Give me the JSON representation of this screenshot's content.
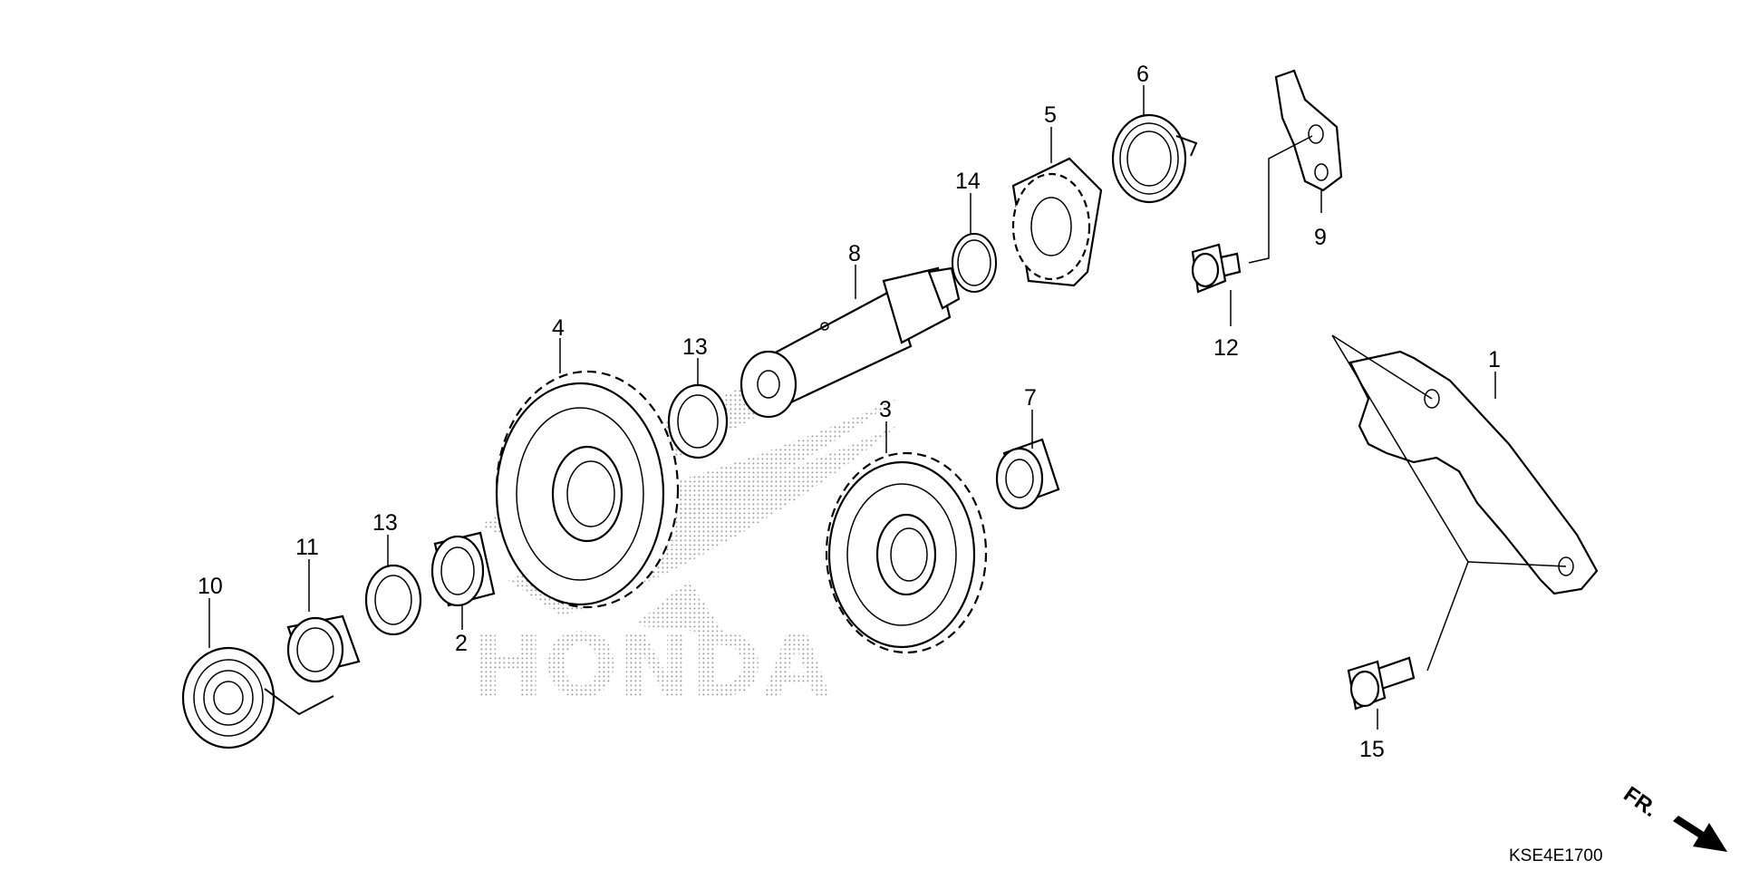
{
  "watermark": {
    "brand_text": "HONDA"
  },
  "callouts": [
    {
      "id": "1",
      "label": "1"
    },
    {
      "id": "2",
      "label": "2"
    },
    {
      "id": "3",
      "label": "3"
    },
    {
      "id": "4",
      "label": "4"
    },
    {
      "id": "5",
      "label": "5"
    },
    {
      "id": "6",
      "label": "6"
    },
    {
      "id": "7",
      "label": "7"
    },
    {
      "id": "8",
      "label": "8"
    },
    {
      "id": "9",
      "label": "9"
    },
    {
      "id": "10",
      "label": "10"
    },
    {
      "id": "11",
      "label": "11"
    },
    {
      "id": "12",
      "label": "12"
    },
    {
      "id": "13a",
      "label": "13"
    },
    {
      "id": "13b",
      "label": "13"
    },
    {
      "id": "14",
      "label": "14"
    },
    {
      "id": "15",
      "label": "15"
    }
  ],
  "direction_indicator": {
    "label": "FR.",
    "icon": "arrow-down-right-icon"
  },
  "diagram_code": "KSE4E1700"
}
